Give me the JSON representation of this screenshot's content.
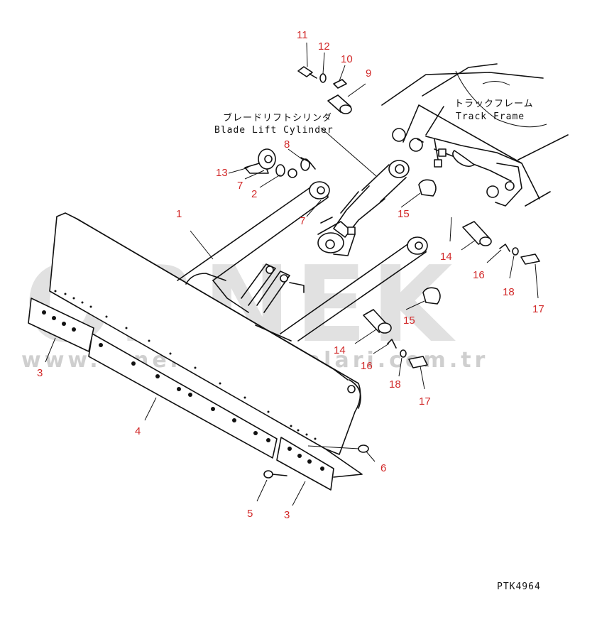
{
  "diagram": {
    "code": "PTK4964",
    "labels": {
      "blade_lift_cylinder_jp": "ブレードリフトシリンダ",
      "blade_lift_cylinder_en": "Blade Lift Cylinder",
      "track_frame_jp": "トラックフレーム",
      "track_frame_en": "Track Frame"
    },
    "watermark": {
      "brand": "ÖRNEK",
      "url": "www.ornekismakinalari.com.tr"
    },
    "callouts": {
      "c1": "1",
      "c2": "2",
      "c3a": "3",
      "c3b": "3",
      "c4": "4",
      "c5": "5",
      "c6": "6",
      "c7a": "7",
      "c7b": "7",
      "c8": "8",
      "c9": "9",
      "c10": "10",
      "c11": "11",
      "c12": "12",
      "c13": "13",
      "c14a": "14",
      "c14b": "14",
      "c15a": "15",
      "c15b": "15",
      "c16a": "16",
      "c16b": "16",
      "c17a": "17",
      "c17b": "17",
      "c18a": "18",
      "c18b": "18"
    },
    "colors": {
      "callout": "#d22a2a",
      "line": "#111111",
      "watermark": "#c9c9c9",
      "watermark_accent": "#f2c94c"
    }
  }
}
